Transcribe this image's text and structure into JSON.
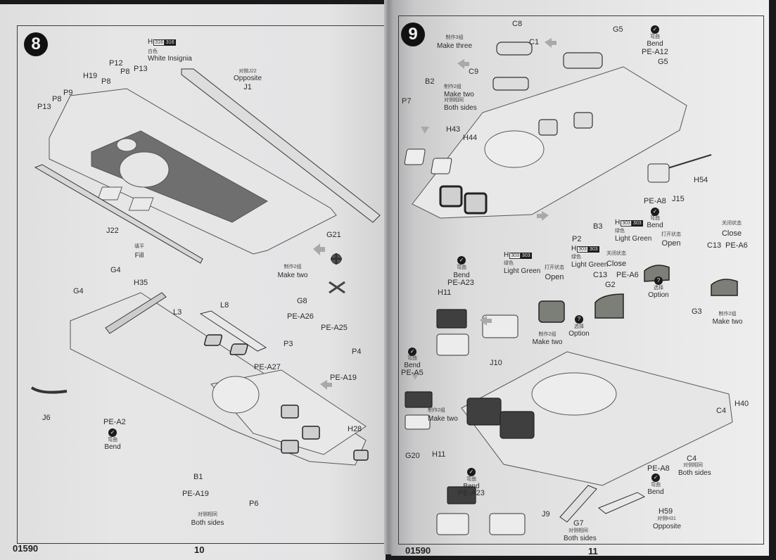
{
  "booklet": {
    "product_code": "01590",
    "left_page": {
      "page_number": "10",
      "step_number": "8",
      "paint_callout": {
        "prefix": "H",
        "code_outline": "316",
        "code_filled": "316",
        "color_cn": "白色",
        "color_en": "White Insignia"
      },
      "labels": {
        "opposite_cn": "对侧J22",
        "opposite_en": "Opposite",
        "J1": "J1",
        "P12": "P12",
        "P8a": "P8",
        "P13a": "P13",
        "H19": "H19",
        "P8b": "P8",
        "P9": "P9",
        "P8c": "P8",
        "P13b": "P13",
        "J22": "J22",
        "fill_cn": "填平",
        "fill_en": "Fill",
        "G21": "G21",
        "make_two_cn": "制作2组",
        "make_two_en": "Make two",
        "G8": "G8",
        "G4a": "G4",
        "G4b": "G4",
        "H35": "H35",
        "L3": "L3",
        "L8": "L8",
        "PE_A26": "PE-A26",
        "PE_A25": "PE-A25",
        "P3": "P3",
        "P4": "P4",
        "PE_A27": "PE-A27",
        "PE_A19a": "PE-A19",
        "J6": "J6",
        "PE_A2": "PE-A2",
        "bend_cn": "弯曲",
        "bend_en": "Bend",
        "H28": "H28",
        "B1": "B1",
        "PE_A19b": "PE-A19",
        "P6": "P6",
        "both_sides_cn": "对侧相同",
        "both_sides_en": "Both sides"
      }
    },
    "right_page": {
      "page_number": "11",
      "step_number": "9",
      "labels": {
        "make_three_cn": "制作3组",
        "make_three_en": "Make three",
        "C8": "C8",
        "C1": "C1",
        "C9": "C9",
        "B2": "B2",
        "P7": "P7",
        "make_two_cn": "制作2组",
        "make_two_en": "Make two",
        "both_sides_cn": "对侧相同",
        "both_sides_en": "Both sides",
        "G5a": "G5",
        "bend_cn": "弯曲",
        "bend_en": "Bend",
        "PE_A12": "PE-A12",
        "G5b": "G5",
        "H43": "H43",
        "H44": "H44",
        "H54": "H54",
        "J15": "J15",
        "PE_A8a": "PE-A8",
        "B3": "B3",
        "P2": "P2",
        "light_green_cn": "绿色",
        "light_green_en": "Light Green",
        "open_cn": "打开状态",
        "open_en": "Open",
        "close_cn": "关闭状态",
        "close_en": "Close",
        "C13a": "C13",
        "PE_A6a": "PE-A6",
        "G2": "G2",
        "option_cn": "选择",
        "option_en": "Option",
        "C13b": "C13",
        "PE_A6b": "PE-A6",
        "G3": "G3",
        "PE_A23a": "PE-A23",
        "H11a": "H11",
        "J10": "J10",
        "PE_A5": "PE-A5",
        "G20": "G20",
        "H11b": "H11",
        "C4a": "C4",
        "H40": "H40",
        "C4b": "C4",
        "PE_A8b": "PE-A8",
        "PE_A23b": "PE-A23",
        "J9": "J9",
        "G7": "G7",
        "H59": "H59",
        "opposite_cn": "对侧H31",
        "opposite_en": "Opposite"
      },
      "paint_callouts": [
        {
          "prefix": "H",
          "code_outline": "303",
          "code_filled": "303"
        },
        {
          "prefix": "H",
          "code_outline": "303",
          "code_filled": "303"
        },
        {
          "prefix": "H",
          "code_outline": "303",
          "code_filled": "303"
        }
      ]
    }
  }
}
